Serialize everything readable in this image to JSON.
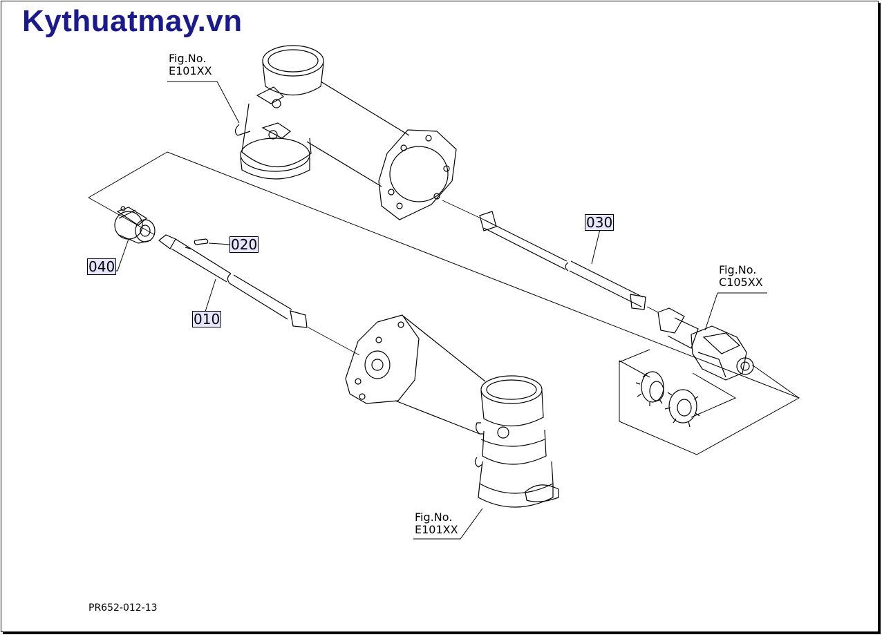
{
  "brand": "Kythuatmay.vn",
  "figure_refs": {
    "top": {
      "line1": "Fig.No.",
      "line2": "E101XX"
    },
    "right": {
      "line1": "Fig.No.",
      "line2": "C105XX"
    },
    "bottom": {
      "line1": "Fig.No.",
      "line2": "E101XX"
    }
  },
  "parts": {
    "p010": "010",
    "p020": "020",
    "p030": "030",
    "p040": "040"
  },
  "drawing_ref": "PR652-012-13",
  "colors": {
    "brand": "#1a1a8c",
    "part_highlight": "#e6e6ff",
    "line": "#000000"
  }
}
